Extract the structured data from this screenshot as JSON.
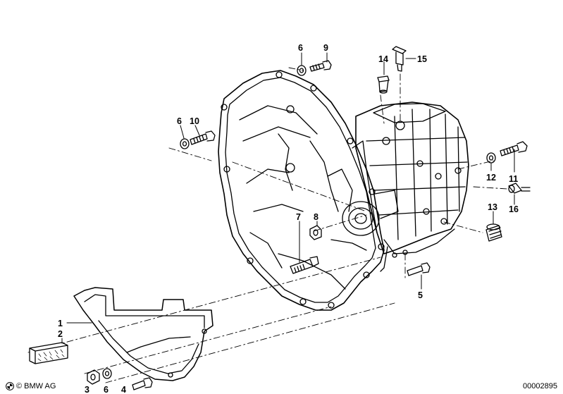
{
  "brand": {
    "copyright_label": "© BMW AG"
  },
  "document": {
    "number": "00002895"
  },
  "callouts": [
    {
      "id": "c1",
      "text": "1"
    },
    {
      "id": "c2",
      "text": "2"
    },
    {
      "id": "c3",
      "text": "3"
    },
    {
      "id": "c4",
      "text": "4"
    },
    {
      "id": "c5",
      "text": "5"
    },
    {
      "id": "c6a",
      "text": "6"
    },
    {
      "id": "c6b",
      "text": "6"
    },
    {
      "id": "c6c",
      "text": "6"
    },
    {
      "id": "c7",
      "text": "7"
    },
    {
      "id": "c8",
      "text": "8"
    },
    {
      "id": "c9",
      "text": "9"
    },
    {
      "id": "c10",
      "text": "10"
    },
    {
      "id": "c11",
      "text": "11"
    },
    {
      "id": "c12",
      "text": "12"
    },
    {
      "id": "c13",
      "text": "13"
    },
    {
      "id": "c14",
      "text": "14"
    },
    {
      "id": "c15",
      "text": "15"
    },
    {
      "id": "c16",
      "text": "16"
    }
  ],
  "colors": {
    "line": "#000000",
    "background": "#ffffff"
  }
}
